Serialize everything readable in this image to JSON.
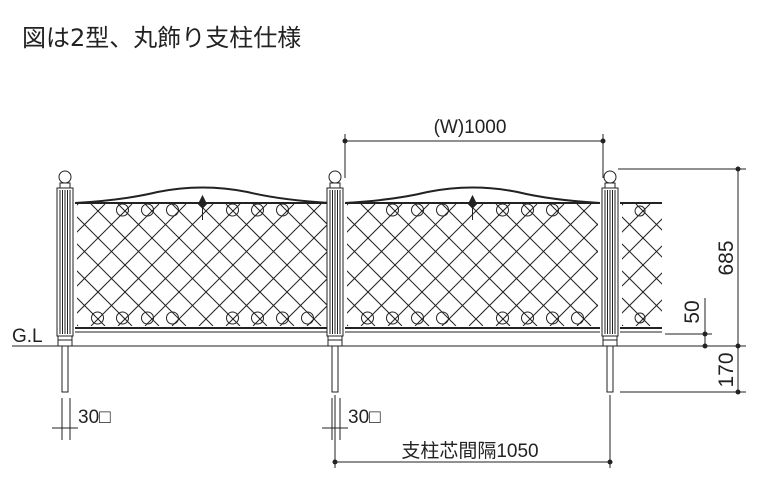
{
  "title": "図は2型、丸飾り支柱仕様",
  "labels": {
    "ground_line": "G.L",
    "width": "(W)1000",
    "height_total": "685",
    "height_clearance": "50",
    "embed_depth": "170",
    "post_size_left": "30□",
    "post_size_mid": "30□",
    "post_pitch": "支柱芯間隔1050"
  }
}
